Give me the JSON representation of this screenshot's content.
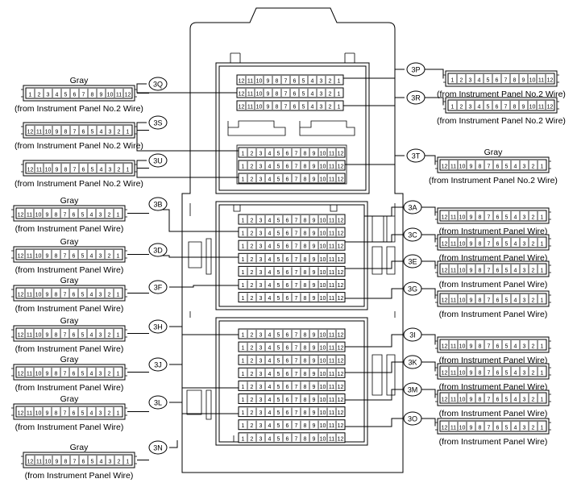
{
  "strings": {
    "gray": "Gray",
    "from_ip2": "(from Instrument Panel No.2 Wire)",
    "from_ip": "(from Instrument Panel Wire)"
  },
  "pin_sequences": {
    "asc": [
      "1",
      "2",
      "3",
      "4",
      "5",
      "6",
      "7",
      "8",
      "9",
      "10",
      "11",
      "12"
    ],
    "desc": [
      "12",
      "11",
      "10",
      "9",
      "8",
      "7",
      "6",
      "5",
      "4",
      "3",
      "2",
      "1"
    ]
  },
  "block_connectors": {
    "top_desc": 3,
    "top_asc": 3,
    "middle_asc": 7,
    "lower_asc": 9
  },
  "connectors": [
    {
      "id": "3Q",
      "pins": "asc",
      "color_label": "Gray",
      "source": "(from Instrument Panel No.2 Wire)"
    },
    {
      "id": "3S",
      "pins": "desc",
      "color_label": "",
      "source": "(from Instrument Panel No.2 Wire)"
    },
    {
      "id": "3U",
      "pins": "desc",
      "color_label": "",
      "source": "(from Instrument Panel No.2 Wire)"
    },
    {
      "id": "3B",
      "pins": "desc",
      "color_label": "Gray",
      "source": "(from Instrument Panel Wire)"
    },
    {
      "id": "3D",
      "pins": "desc",
      "color_label": "Gray",
      "source": "(from Instrument Panel Wire)"
    },
    {
      "id": "3F",
      "pins": "desc",
      "color_label": "Gray",
      "source": "(from Instrument Panel Wire)"
    },
    {
      "id": "3H",
      "pins": "desc",
      "color_label": "Gray",
      "source": "(from Instrument Panel Wire)"
    },
    {
      "id": "3J",
      "pins": "desc",
      "color_label": "Gray",
      "source": "(from Instrument Panel Wire)"
    },
    {
      "id": "3L",
      "pins": "desc",
      "color_label": "Gray",
      "source": "(from Instrument Panel Wire)"
    },
    {
      "id": "3N",
      "pins": "desc",
      "color_label": "Gray",
      "source": "(from Instrument Panel Wire)"
    },
    {
      "id": "3P",
      "pins": "asc",
      "color_label": "",
      "source": "(from Instrument Panel No.2 Wire)"
    },
    {
      "id": "3R",
      "pins": "asc",
      "color_label": "",
      "source": "(from Instrument Panel No.2 Wire)"
    },
    {
      "id": "3T",
      "pins": "desc",
      "color_label": "Gray",
      "source": "(from Instrument Panel No.2 Wire)"
    },
    {
      "id": "3A",
      "pins": "desc",
      "color_label": "",
      "source": "(from Instrument Panel Wire)"
    },
    {
      "id": "3C",
      "pins": "desc",
      "color_label": "",
      "source": "(from Instrument Panel Wire)"
    },
    {
      "id": "3E",
      "pins": "desc",
      "color_label": "",
      "source": "(from Instrument Panel Wire)"
    },
    {
      "id": "3G",
      "pins": "desc",
      "color_label": "",
      "source": "(from Instrument Panel Wire)"
    },
    {
      "id": "3I",
      "pins": "desc",
      "color_label": "",
      "source": "(from Instrument Panel Wire)"
    },
    {
      "id": "3K",
      "pins": "desc",
      "color_label": "",
      "source": "(from Instrument Panel Wire)"
    },
    {
      "id": "3M",
      "pins": "desc",
      "color_label": "",
      "source": "(from Instrument Panel Wire)"
    },
    {
      "id": "3O",
      "pins": "desc",
      "color_label": "",
      "source": "(from Instrument Panel Wire)"
    }
  ]
}
